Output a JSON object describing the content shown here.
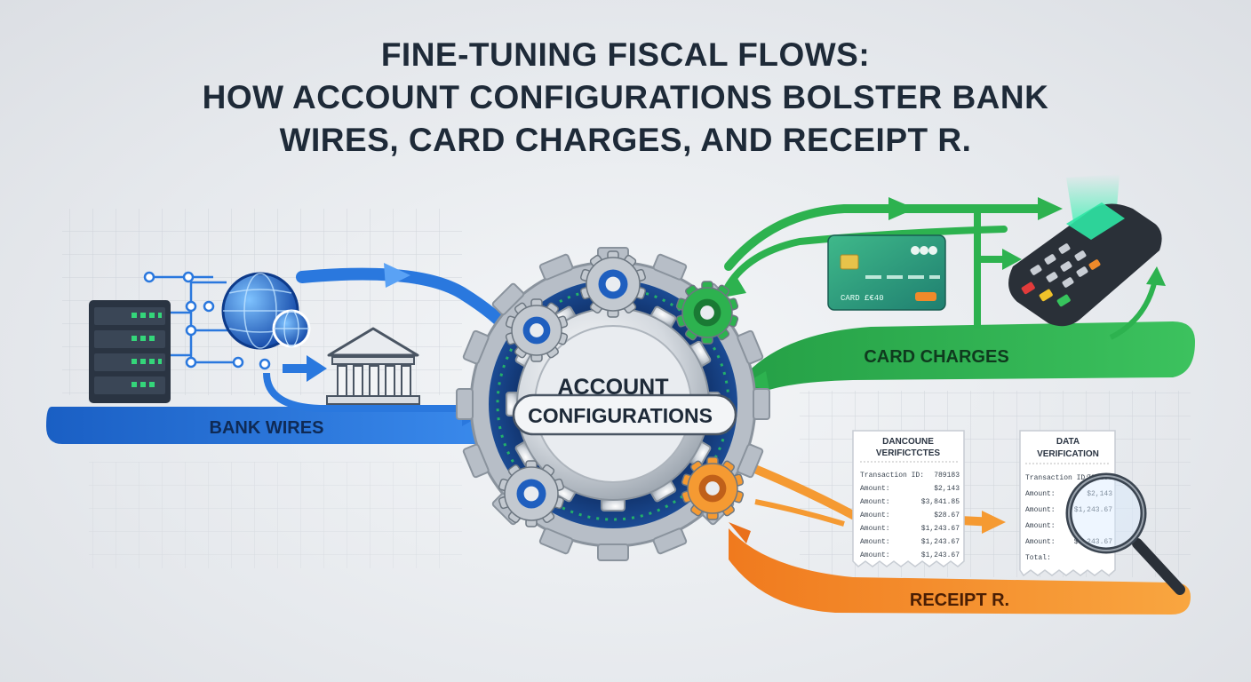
{
  "title": {
    "line1": "FINE-TUNING FISCAL FLOWS:",
    "line2": "HOW ACCOUNT CONFIGURATIONS BOLSTER BANK",
    "line3": "WIRES, CARD CHARGES, AND RECEIPT R."
  },
  "hub": {
    "line1": "ACCOUNT",
    "line2": "CONFIGURATIONS"
  },
  "flows": {
    "bank_wires": {
      "label": "BANK WIRES",
      "color": "#1f73d6"
    },
    "card_charges": {
      "label": "CARD CHARGES",
      "color": "#2db24f"
    },
    "receipt": {
      "label": "RECEIPT R.",
      "color": "#f0892a"
    }
  },
  "card": {
    "text": "CARD  £€40"
  },
  "receipt_left": {
    "heading1": "DANCOUNE",
    "heading2": "VERIFICTCTES",
    "rows": [
      {
        "label": "Transaction ID:",
        "value": "789183"
      },
      {
        "label": "Amount:",
        "value": "$2,143"
      },
      {
        "label": "Amount:",
        "value": "$3,841.85"
      },
      {
        "label": "Amount:",
        "value": "$28.67"
      },
      {
        "label": "Amount:",
        "value": "$1,243.67"
      },
      {
        "label": "Amount:",
        "value": "$1,243.67"
      },
      {
        "label": "Amount:",
        "value": "$1,243.67"
      }
    ]
  },
  "receipt_right": {
    "heading1": "DATA",
    "heading2": "VERIFICATION",
    "rows": [
      {
        "label": "Transaction ID:",
        "value": "789183"
      },
      {
        "label": "Amount:",
        "value": "$2,143"
      },
      {
        "label": "Amount:",
        "value": "$1,243.67"
      },
      {
        "label": "Amount:",
        "value": ""
      },
      {
        "label": "Amount:",
        "value": "$1,243.67"
      },
      {
        "label": "Total:",
        "value": ""
      }
    ]
  }
}
